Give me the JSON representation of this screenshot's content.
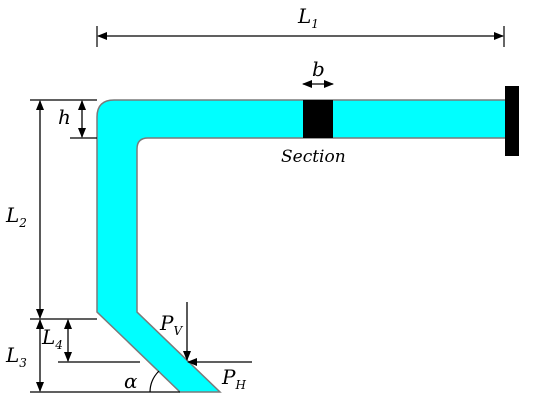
{
  "colors": {
    "beam_fill": "#00ffff",
    "beam_stroke": "#7a7a7a",
    "support": "#000000",
    "line": "#000000"
  },
  "labels": {
    "L1": {
      "main": "L",
      "sub": "1"
    },
    "L2": {
      "main": "L",
      "sub": "2"
    },
    "L3": {
      "main": "L",
      "sub": "3"
    },
    "L4": {
      "main": "L",
      "sub": "4"
    },
    "h": "h",
    "b": "b",
    "section": "Section",
    "alpha": "α",
    "PV": {
      "main": "P",
      "sub": "V"
    },
    "PH": {
      "main": "P",
      "sub": "H"
    }
  }
}
